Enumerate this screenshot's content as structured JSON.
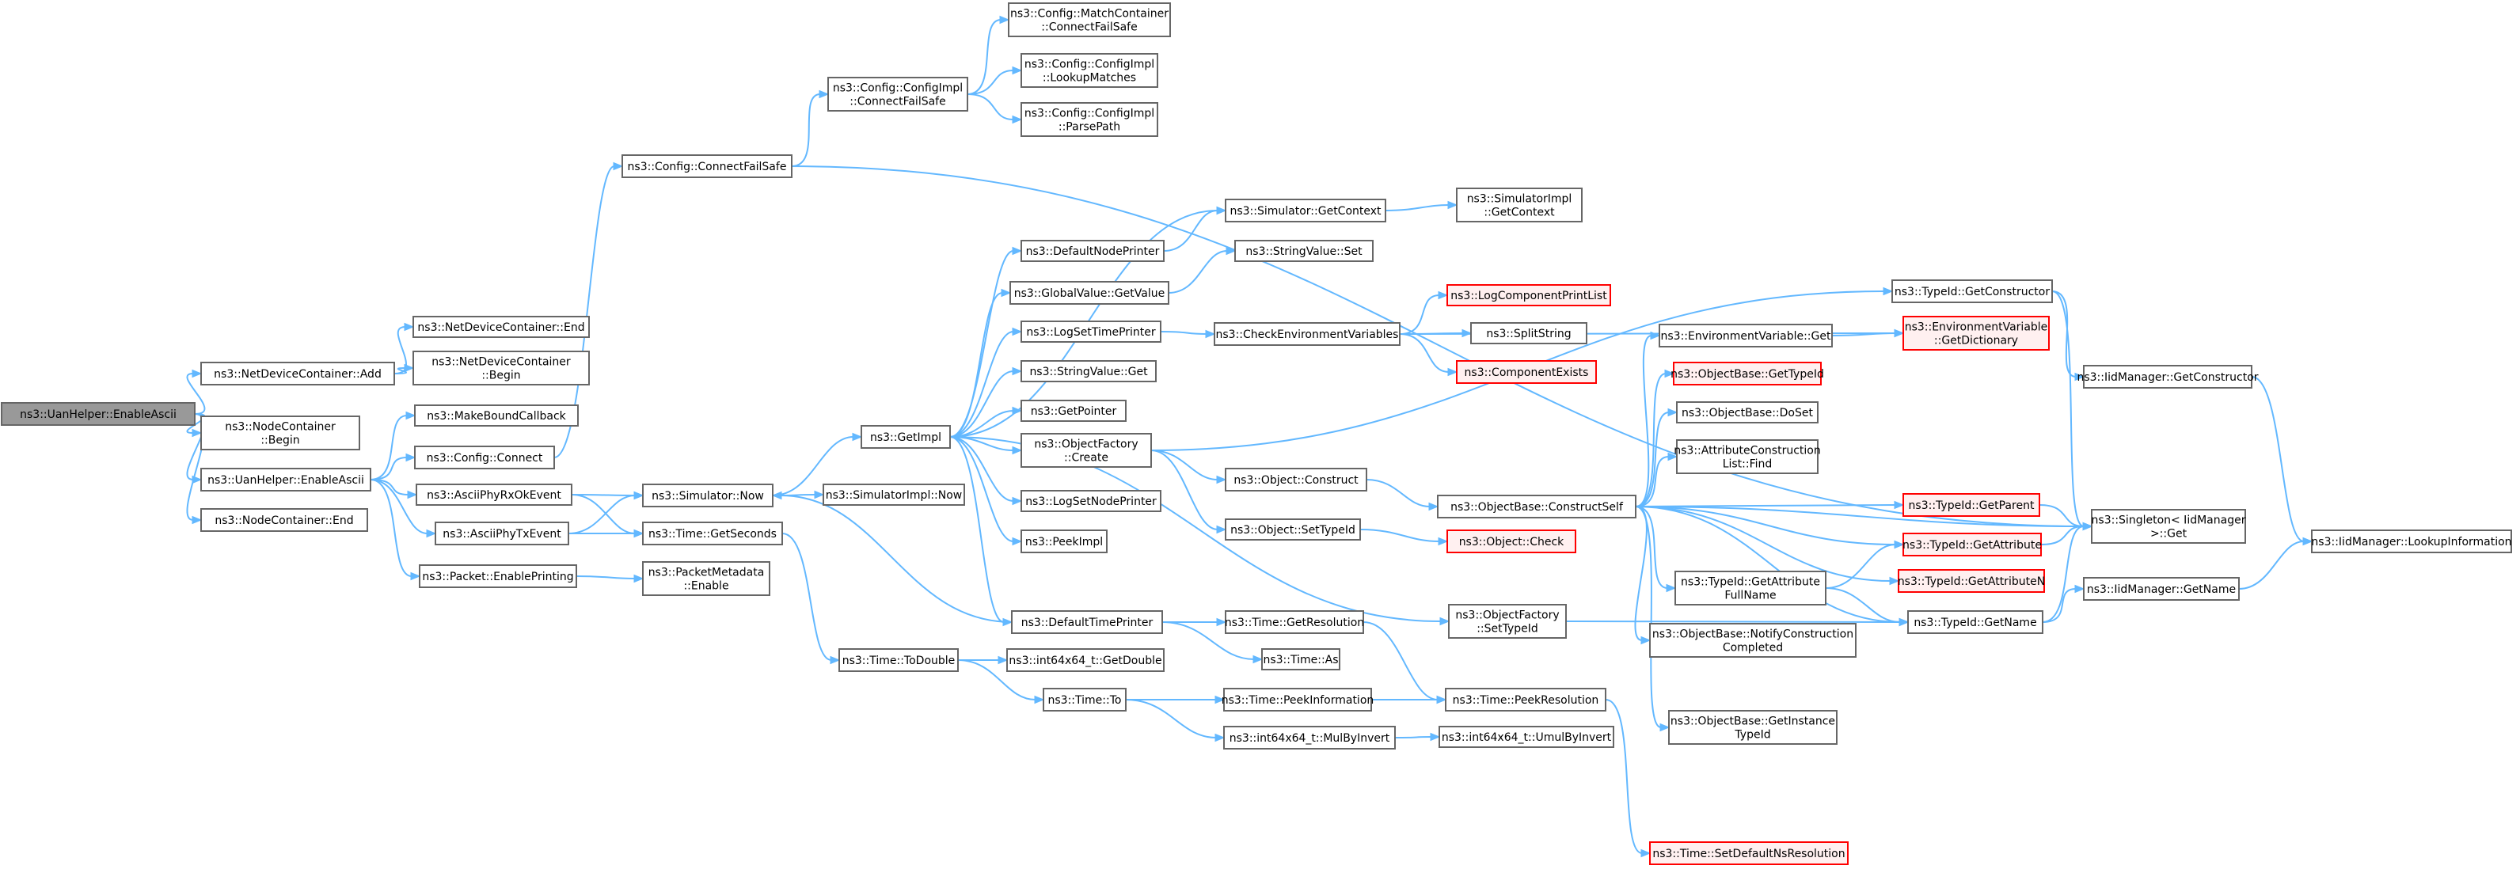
{
  "diagram": {
    "nodes": [
      {
        "id": "n0",
        "lines": [
          "ns3::UanHelper::EnableAscii"
        ],
        "style": "start"
      },
      {
        "id": "n1",
        "lines": [
          "ns3::NetDeviceContainer::Add"
        ]
      },
      {
        "id": "n2",
        "lines": [
          "ns3::NetDeviceContainer::End"
        ]
      },
      {
        "id": "n3",
        "lines": [
          "ns3::NetDeviceContainer",
          "::Begin"
        ]
      },
      {
        "id": "n4",
        "lines": [
          "ns3::NodeContainer",
          "::Begin"
        ]
      },
      {
        "id": "n5",
        "lines": [
          "ns3::UanHelper::EnableAscii"
        ]
      },
      {
        "id": "n6",
        "lines": [
          "ns3::NodeContainer::End"
        ]
      },
      {
        "id": "n7",
        "lines": [
          "ns3::MakeBoundCallback"
        ]
      },
      {
        "id": "n8",
        "lines": [
          "ns3::Config::Connect"
        ]
      },
      {
        "id": "n9",
        "lines": [
          "ns3::AsciiPhyRxOkEvent"
        ]
      },
      {
        "id": "n10",
        "lines": [
          "ns3::AsciiPhyTxEvent"
        ]
      },
      {
        "id": "n11",
        "lines": [
          "ns3::Packet::EnablePrinting"
        ]
      },
      {
        "id": "n12",
        "lines": [
          "ns3::Config::ConnectFailSafe"
        ]
      },
      {
        "id": "n13",
        "lines": [
          "ns3::Config::ConfigImpl",
          "::ConnectFailSafe"
        ]
      },
      {
        "id": "n14",
        "lines": [
          "ns3::Config::MatchContainer",
          "::ConnectFailSafe"
        ]
      },
      {
        "id": "n15",
        "lines": [
          "ns3::Config::ConfigImpl",
          "::LookupMatches"
        ]
      },
      {
        "id": "n16",
        "lines": [
          "ns3::Config::ConfigImpl",
          "::ParsePath"
        ]
      },
      {
        "id": "n17",
        "lines": [
          "ns3::Simulator::Now"
        ]
      },
      {
        "id": "n18",
        "lines": [
          "ns3::Time::GetSeconds"
        ]
      },
      {
        "id": "n19",
        "lines": [
          "ns3::PacketMetadata",
          "::Enable"
        ]
      },
      {
        "id": "n20",
        "lines": [
          "ns3::SimulatorImpl::Now"
        ]
      },
      {
        "id": "n21",
        "lines": [
          "ns3::Time::ToDouble"
        ]
      },
      {
        "id": "n22",
        "lines": [
          "ns3::GetImpl"
        ]
      },
      {
        "id": "n23",
        "lines": [
          "ns3::DefaultNodePrinter"
        ]
      },
      {
        "id": "n24",
        "lines": [
          "ns3::GlobalValue::GetValue"
        ]
      },
      {
        "id": "n25",
        "lines": [
          "ns3::LogSetTimePrinter"
        ]
      },
      {
        "id": "n26",
        "lines": [
          "ns3::StringValue::Get"
        ]
      },
      {
        "id": "n27",
        "lines": [
          "ns3::GetPointer"
        ]
      },
      {
        "id": "n28",
        "lines": [
          "ns3::ObjectFactory",
          "::Create"
        ]
      },
      {
        "id": "n29",
        "lines": [
          "ns3::LogSetNodePrinter"
        ]
      },
      {
        "id": "n30",
        "lines": [
          "ns3::PeekImpl"
        ]
      },
      {
        "id": "n31",
        "lines": [
          "ns3::DefaultTimePrinter"
        ]
      },
      {
        "id": "n32",
        "lines": [
          "ns3::int64x64_t::GetDouble"
        ]
      },
      {
        "id": "n33",
        "lines": [
          "ns3::Time::To"
        ]
      },
      {
        "id": "n34",
        "lines": [
          "ns3::Simulator::GetContext"
        ]
      },
      {
        "id": "n35",
        "lines": [
          "ns3::SimulatorImpl",
          "::GetContext"
        ]
      },
      {
        "id": "n36",
        "lines": [
          "ns3::StringValue::Set"
        ]
      },
      {
        "id": "n37",
        "lines": [
          "ns3::CheckEnvironmentVariables"
        ]
      },
      {
        "id": "n38",
        "lines": [
          "ns3::LogComponentPrintList"
        ],
        "style": "trunc"
      },
      {
        "id": "n39",
        "lines": [
          "ns3::SplitString"
        ]
      },
      {
        "id": "n40",
        "lines": [
          "ns3::ComponentExists"
        ],
        "style": "trunc"
      },
      {
        "id": "n41",
        "lines": [
          "ns3::Object::Construct"
        ]
      },
      {
        "id": "n42",
        "lines": [
          "ns3::Object::SetTypeId"
        ]
      },
      {
        "id": "n43",
        "lines": [
          "ns3::Object::Check"
        ],
        "style": "trunc"
      },
      {
        "id": "n44",
        "lines": [
          "ns3::ObjectBase::ConstructSelf"
        ]
      },
      {
        "id": "n45",
        "lines": [
          "ns3::Time::GetResolution"
        ]
      },
      {
        "id": "n46",
        "lines": [
          "ns3::Time::As"
        ]
      },
      {
        "id": "n47",
        "lines": [
          "ns3::ObjectFactory",
          "::SetTypeId"
        ]
      },
      {
        "id": "n48",
        "lines": [
          "ns3::Time::PeekInformation"
        ]
      },
      {
        "id": "n49",
        "lines": [
          "ns3::int64x64_t::MulByInvert"
        ]
      },
      {
        "id": "n50",
        "lines": [
          "ns3::Time::PeekResolution"
        ]
      },
      {
        "id": "n51",
        "lines": [
          "ns3::int64x64_t::UmulByInvert"
        ]
      },
      {
        "id": "n52",
        "lines": [
          "ns3::Time::SetDefaultNsResolution"
        ],
        "style": "trunc"
      },
      {
        "id": "n53",
        "lines": [
          "ns3::EnvironmentVariable::Get"
        ]
      },
      {
        "id": "n54",
        "lines": [
          "ns3::ObjectBase::GetTypeId"
        ],
        "style": "trunc"
      },
      {
        "id": "n55",
        "lines": [
          "ns3::ObjectBase::DoSet"
        ]
      },
      {
        "id": "n56",
        "lines": [
          "ns3::AttributeConstruction",
          "List::Find"
        ]
      },
      {
        "id": "n57",
        "lines": [
          "ns3::TypeId::GetAttribute",
          "FullName"
        ]
      },
      {
        "id": "n58",
        "lines": [
          "ns3::ObjectBase::NotifyConstruction",
          "Completed"
        ]
      },
      {
        "id": "n59",
        "lines": [
          "ns3::ObjectBase::GetInstance",
          "TypeId"
        ]
      },
      {
        "id": "n60",
        "lines": [
          "ns3::TypeId::GetConstructor"
        ]
      },
      {
        "id": "n61",
        "lines": [
          "ns3::EnvironmentVariable",
          "::GetDictionary"
        ],
        "style": "trunc"
      },
      {
        "id": "n62",
        "lines": [
          "ns3::TypeId::GetParent"
        ],
        "style": "trunc"
      },
      {
        "id": "n63",
        "lines": [
          "ns3::TypeId::GetAttribute"
        ],
        "style": "trunc"
      },
      {
        "id": "n64",
        "lines": [
          "ns3::TypeId::GetAttributeN"
        ],
        "style": "trunc"
      },
      {
        "id": "n65",
        "lines": [
          "ns3::TypeId::GetName"
        ]
      },
      {
        "id": "n66",
        "lines": [
          "ns3::IidManager::GetConstructor"
        ]
      },
      {
        "id": "n67",
        "lines": [
          "ns3::Singleton< IidManager",
          " >::Get"
        ]
      },
      {
        "id": "n68",
        "lines": [
          "ns3::IidManager::GetName"
        ]
      },
      {
        "id": "n69",
        "lines": [
          "ns3::IidManager::LookupInformation"
        ]
      }
    ],
    "edges": [
      [
        "n0",
        "n1"
      ],
      [
        "n0",
        "n4"
      ],
      [
        "n0",
        "n5"
      ],
      [
        "n0",
        "n6"
      ],
      [
        "n1",
        "n2"
      ],
      [
        "n1",
        "n3"
      ],
      [
        "n5",
        "n7"
      ],
      [
        "n5",
        "n8"
      ],
      [
        "n5",
        "n9"
      ],
      [
        "n5",
        "n10"
      ],
      [
        "n5",
        "n11"
      ],
      [
        "n8",
        "n12"
      ],
      [
        "n12",
        "n13"
      ],
      [
        "n12",
        "n67"
      ],
      [
        "n13",
        "n14"
      ],
      [
        "n13",
        "n15"
      ],
      [
        "n13",
        "n16"
      ],
      [
        "n9",
        "n17"
      ],
      [
        "n9",
        "n18"
      ],
      [
        "n10",
        "n17"
      ],
      [
        "n10",
        "n18"
      ],
      [
        "n11",
        "n19"
      ],
      [
        "n17",
        "n20"
      ],
      [
        "n17",
        "n22"
      ],
      [
        "n18",
        "n21"
      ],
      [
        "n21",
        "n32"
      ],
      [
        "n21",
        "n33"
      ],
      [
        "n22",
        "n23"
      ],
      [
        "n22",
        "n24"
      ],
      [
        "n22",
        "n25"
      ],
      [
        "n22",
        "n26"
      ],
      [
        "n22",
        "n27"
      ],
      [
        "n22",
        "n28"
      ],
      [
        "n22",
        "n29"
      ],
      [
        "n22",
        "n30"
      ],
      [
        "n22",
        "n31"
      ],
      [
        "n22",
        "n34"
      ],
      [
        "n22",
        "n47"
      ],
      [
        "n23",
        "n34"
      ],
      [
        "n24",
        "n36"
      ],
      [
        "n25",
        "n37"
      ],
      [
        "n28",
        "n41"
      ],
      [
        "n28",
        "n42"
      ],
      [
        "n28",
        "n60"
      ],
      [
        "n31",
        "n17"
      ],
      [
        "n31",
        "n45"
      ],
      [
        "n31",
        "n46"
      ],
      [
        "n33",
        "n48"
      ],
      [
        "n33",
        "n49"
      ],
      [
        "n34",
        "n35"
      ],
      [
        "n37",
        "n38"
      ],
      [
        "n37",
        "n39"
      ],
      [
        "n37",
        "n40"
      ],
      [
        "n37",
        "n61"
      ],
      [
        "n41",
        "n44"
      ],
      [
        "n42",
        "n43"
      ],
      [
        "n44",
        "n53"
      ],
      [
        "n44",
        "n54"
      ],
      [
        "n44",
        "n55"
      ],
      [
        "n44",
        "n56"
      ],
      [
        "n44",
        "n57"
      ],
      [
        "n44",
        "n58"
      ],
      [
        "n44",
        "n59"
      ],
      [
        "n44",
        "n62"
      ],
      [
        "n44",
        "n63"
      ],
      [
        "n44",
        "n64"
      ],
      [
        "n44",
        "n65"
      ],
      [
        "n44",
        "n67"
      ],
      [
        "n45",
        "n50"
      ],
      [
        "n47",
        "n65"
      ],
      [
        "n48",
        "n50"
      ],
      [
        "n49",
        "n51"
      ],
      [
        "n50",
        "n52"
      ],
      [
        "n53",
        "n61"
      ],
      [
        "n57",
        "n63"
      ],
      [
        "n57",
        "n65"
      ],
      [
        "n60",
        "n66"
      ],
      [
        "n60",
        "n67"
      ],
      [
        "n62",
        "n67"
      ],
      [
        "n63",
        "n67"
      ],
      [
        "n65",
        "n67"
      ],
      [
        "n65",
        "n68"
      ],
      [
        "n66",
        "n69"
      ],
      [
        "n68",
        "n69"
      ]
    ]
  }
}
